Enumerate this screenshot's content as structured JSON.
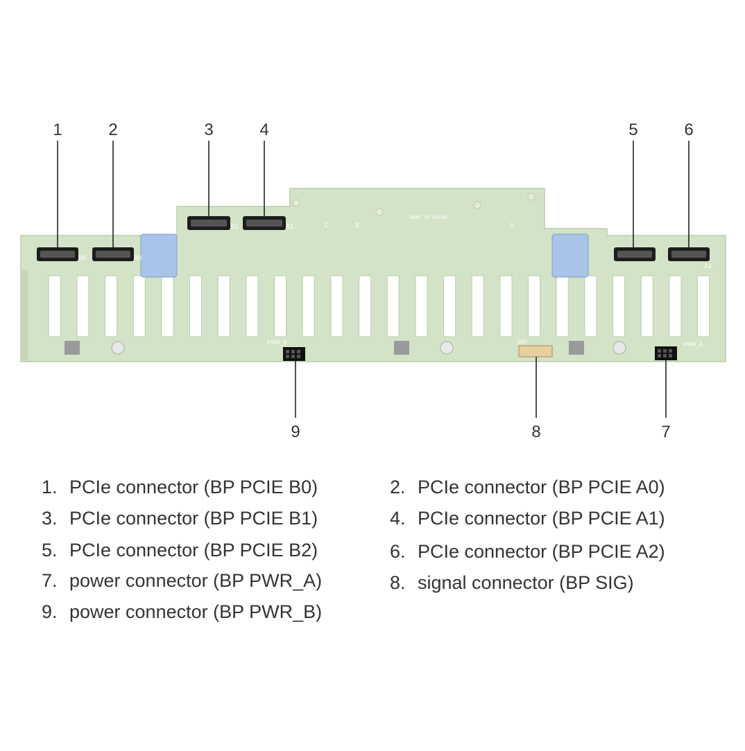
{
  "callouts": [
    {
      "id": "1",
      "label": "1"
    },
    {
      "id": "2",
      "label": "2"
    },
    {
      "id": "3",
      "label": "3"
    },
    {
      "id": "4",
      "label": "4"
    },
    {
      "id": "5",
      "label": "5"
    },
    {
      "id": "6",
      "label": "6"
    },
    {
      "id": "7",
      "label": "7"
    },
    {
      "id": "8",
      "label": "8"
    },
    {
      "id": "9",
      "label": "9"
    }
  ],
  "board": {
    "color": "#cfe0c2",
    "connector_labels": [
      "B0",
      "A0",
      "B1",
      "A1",
      "A2"
    ],
    "silk": [
      "PWR_B",
      "SIG",
      "PWR_A",
      "C",
      "B",
      "A",
      "MADE IN CHINA"
    ]
  },
  "legend": [
    {
      "num": "1.",
      "text": "PCIe connector (BP PCIE B0)"
    },
    {
      "num": "2.",
      "text": "PCIe connector (BP PCIE A0)"
    },
    {
      "num": "3.",
      "text": "PCIe connector (BP PCIE B1)"
    },
    {
      "num": "4.",
      "text": "PCIe connector (BP PCIE A1)"
    },
    {
      "num": "5.",
      "text": "PCIe connector (BP PCIE B2)"
    },
    {
      "num": "6.",
      "text": "PCIe connector (BP PCIE A2)"
    },
    {
      "num": "7.",
      "text": "power connector (BP PWR_A)"
    },
    {
      "num": "8.",
      "text": "signal connector (BP SIG)"
    },
    {
      "num": "9.",
      "text": "power connector (BP PWR_B)"
    }
  ]
}
